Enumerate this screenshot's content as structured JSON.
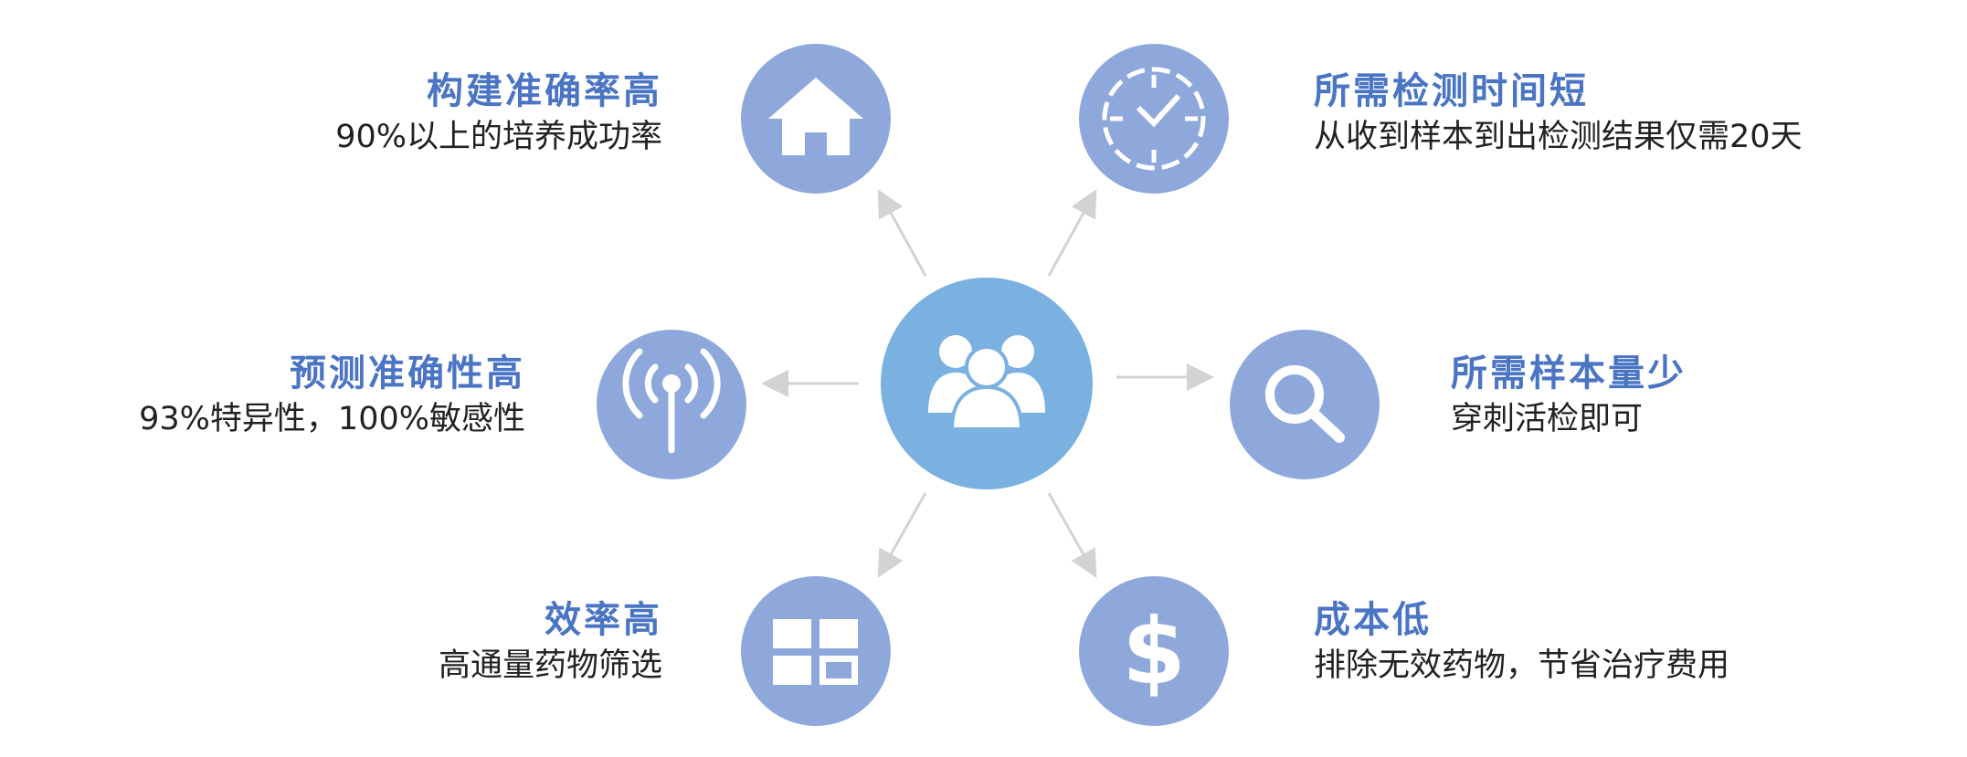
{
  "colors": {
    "node_fill": "#8fa8dc",
    "center_fill": "#7ab1e0",
    "title_color": "#4a74c4",
    "desc_color": "#222222",
    "arrow_color": "#d3d3d3",
    "icon_color": "#ffffff"
  },
  "center": {
    "icon": "people-group-icon"
  },
  "features": [
    {
      "id": "high-build-accuracy",
      "icon": "house-icon",
      "title": "构建准确率高",
      "desc": "90%以上的培养成功率"
    },
    {
      "id": "short-test-time",
      "icon": "clock-icon",
      "title": "所需检测时间短",
      "desc": "从收到样本到出检测结果仅需20天"
    },
    {
      "id": "high-prediction-accuracy",
      "icon": "antenna-signal-icon",
      "title": "预测准确性高",
      "desc": "93%特异性，100%敏感性"
    },
    {
      "id": "small-sample",
      "icon": "magnifier-icon",
      "title": "所需样本量少",
      "desc": "穿刺活检即可"
    },
    {
      "id": "high-efficiency",
      "icon": "grid-blocks-icon",
      "title": "效率高",
      "desc": "高通量药物筛选"
    },
    {
      "id": "low-cost",
      "icon": "dollar-icon",
      "title": "成本低",
      "desc": "排除无效药物，节省治疗费用"
    }
  ]
}
